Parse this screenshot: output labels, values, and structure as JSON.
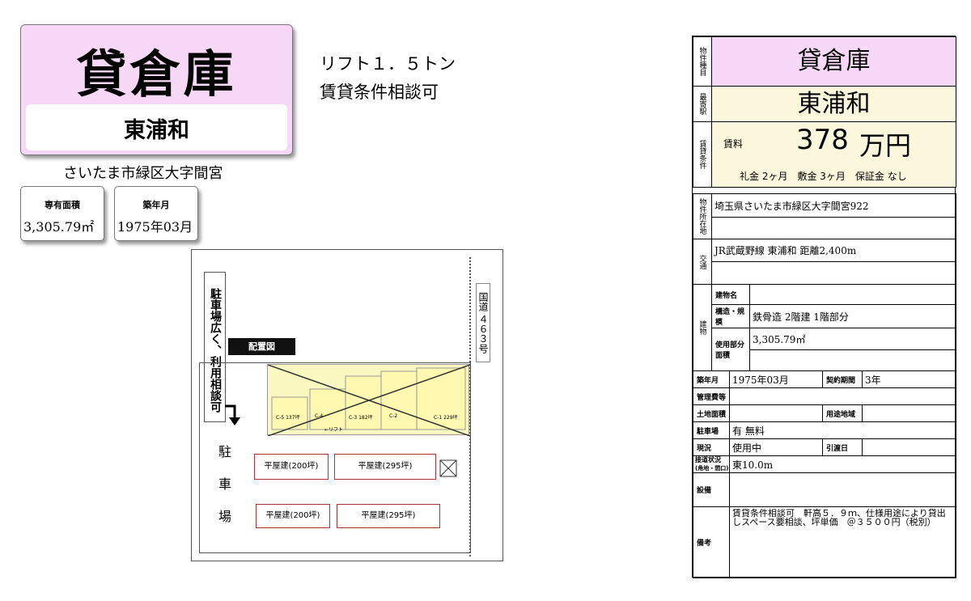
{
  "header": {
    "title": "貸倉庫",
    "station": "東浦和",
    "address": "さいたま市緑区大字間宮",
    "notes": [
      "リフト１．５トン",
      "賃貸条件相談可"
    ]
  },
  "info": [
    {
      "label": "専有面積",
      "value": "3,305.79㎡"
    },
    {
      "label": "築年月",
      "value": "1975年03月"
    }
  ],
  "map": {
    "badge": "配置図",
    "parking_note": "駐車場広く、利用相談可",
    "road": "国道 ４６３号",
    "parking": "駐車場",
    "units": [
      "C-5 137坪",
      "C-4",
      "C-3 182坪",
      "C-2",
      "C-1 229坪"
    ],
    "lift": "←リフト",
    "buildings": [
      "平屋建(200坪)",
      "平屋建(295坪)",
      "平屋建(200坪)",
      "平屋建(295坪)"
    ]
  },
  "sheet": {
    "type_label": "物件種目",
    "type_value": "貸倉庫",
    "station_label": "最寄駅",
    "station_value": "東浦和",
    "conditions_label": "賃貸条件",
    "rent_label": "賃料",
    "rent_value": "378",
    "rent_unit": "万円",
    "fees": "礼金 2ヶ月　敷金 3ヶ月　保証金 なし",
    "location_label": "物件所在地",
    "location_value": "埼玉県さいたま市緑区大字間宮922",
    "transport_label": "交通",
    "transport_value": "JR武蔵野線 東浦和 距離2,400m",
    "building_label": "建物",
    "building_name_label": "建物名",
    "structure_label": "構造・規模",
    "structure_value": "鉄骨造 2階建 1階部分",
    "area_label": "使用部分面積",
    "area_value": "3,305.79㎡",
    "built_label": "築年月",
    "built_value": "1975年03月",
    "contract_label": "契約期間",
    "contract_value": "3年",
    "mgmt_label": "管理費等",
    "land_label": "土地面積",
    "zoning_label": "用途地域",
    "parking_label": "駐車場",
    "parking_value": "有 無料",
    "status_label": "現況",
    "status_value": "使用中",
    "handover_label": "引渡日",
    "road_label": "接道状況",
    "road_sub": "(角地・間口)",
    "road_value": "東10.0m",
    "equip_label": "設備",
    "remarks_label": "備考",
    "remarks_value": "賃貸条件相談可　軒高５．９ｍ、仕様用途により貸出しスペース要相談、坪単価　＠３５００円（税別）"
  }
}
